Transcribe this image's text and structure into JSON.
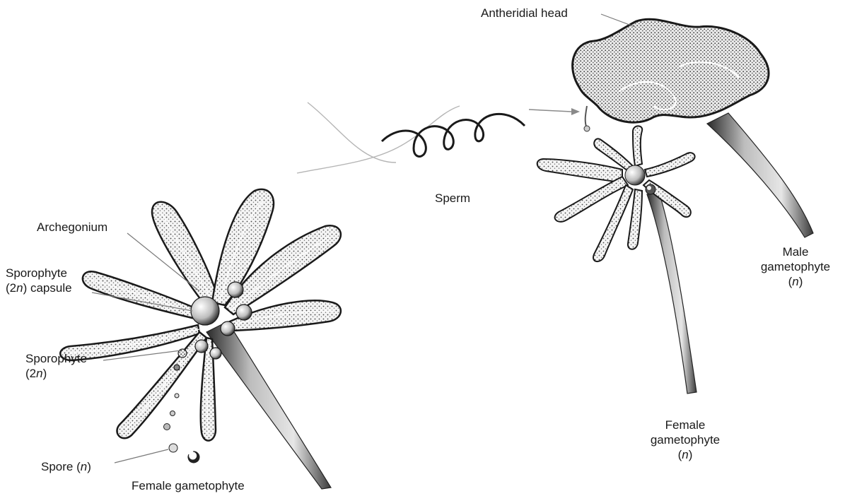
{
  "labels": {
    "antheridial_head": "Antheridial head",
    "sperm": "Sperm",
    "archegonium": "Archegonium",
    "sporophyte_capsule_l1": "Sporophyte",
    "sporophyte_capsule_l2a": "(2",
    "sporophyte_capsule_l2n": "n",
    "sporophyte_capsule_l2b": ") capsule",
    "sporophyte_l1": "Sporophyte",
    "sporophyte_l2a": "(2",
    "sporophyte_l2n": "n",
    "sporophyte_l2b": ")",
    "spore_a": "Spore (",
    "spore_n": "n",
    "spore_b": ")",
    "female_gametophyte_bottom": "Female gametophyte",
    "male_l1": "Male",
    "male_l2": "gametophyte",
    "male_l3a": "(",
    "male_l3n": "n",
    "male_l3b": ")",
    "female_r_l1": "Female",
    "female_r_l2": "gametophyte",
    "female_r_l3a": "(",
    "female_r_l3n": "n",
    "female_r_l3b": ")"
  },
  "colors": {
    "ink": "#1a1a1a",
    "stipple": "#555555",
    "leader": "#7a7a7a",
    "flagella": "#b5b5b5"
  }
}
